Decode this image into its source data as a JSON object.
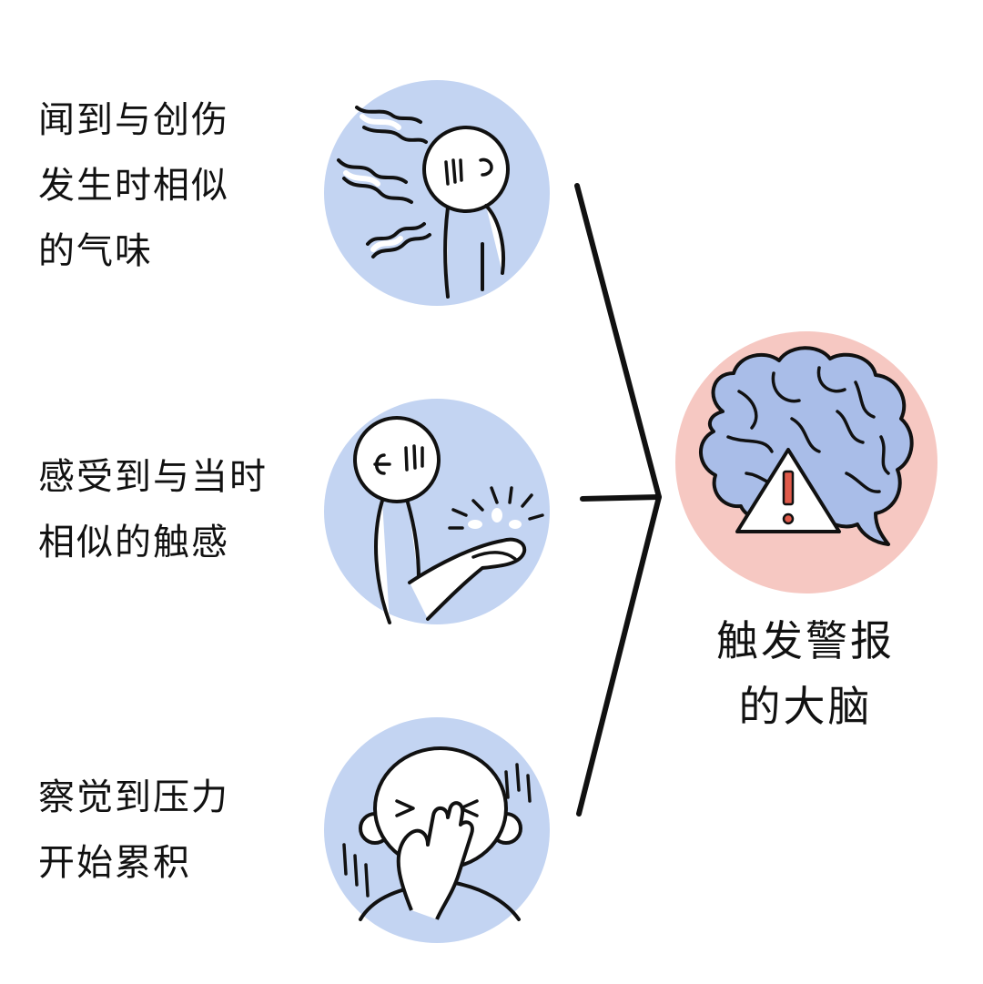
{
  "triggers": [
    {
      "id": "smell",
      "lines": [
        "闻到与创伤",
        "发生时相似",
        "的气味"
      ]
    },
    {
      "id": "touch",
      "lines": [
        "感受到与当时",
        "相似的触感"
      ]
    },
    {
      "id": "stress",
      "lines": [
        "察觉到压力",
        "开始累积"
      ]
    }
  ],
  "result": {
    "lines": [
      "触发警报",
      "的大脑"
    ]
  },
  "colors": {
    "trigger_circle": "#c3d4f2",
    "result_circle": "#f6c8c2",
    "brain_fill": "#a9bde8",
    "ink": "#111111",
    "warning_mark": "#e05a4a"
  },
  "icons": [
    "smell-waves-figure-icon",
    "touch-hands-figure-icon",
    "stress-head-figure-icon",
    "brain-warning-icon"
  ]
}
